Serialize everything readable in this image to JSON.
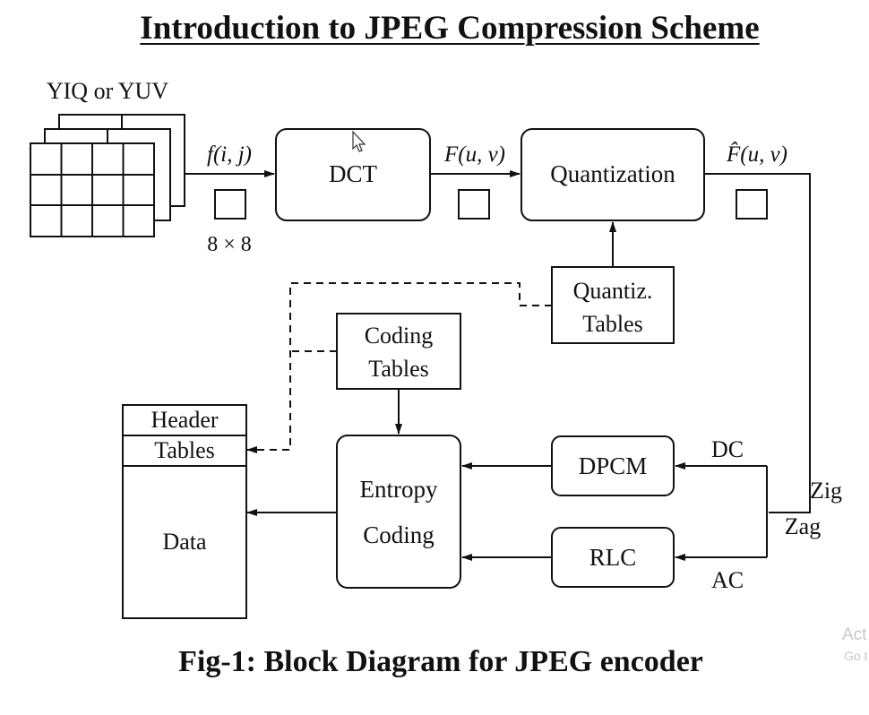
{
  "title": "Introduction to JPEG Compression Scheme",
  "caption": "Fig-1: Block Diagram for JPEG encoder",
  "input_label": "YIQ or YUV",
  "block_size_label": "8 × 8",
  "signals": {
    "spatial": "f(i, j)",
    "dct_coeffs": "F(u, v)",
    "quantized": "F̂(u, v)"
  },
  "blocks": {
    "dct": "DCT",
    "quantization": "Quantization",
    "quant_tables": [
      "Quantiz.",
      "Tables"
    ],
    "coding_tables": [
      "Coding",
      "Tables"
    ],
    "entropy": [
      "Entropy",
      "Coding"
    ],
    "dpcm": "DPCM",
    "rlc": "RLC"
  },
  "output": {
    "header": "Header",
    "tables": "Tables",
    "data": "Data"
  },
  "branch_labels": {
    "dc": "DC",
    "ac": "AC",
    "zig": "Zig",
    "zag": "Zag"
  },
  "watermark": {
    "line1": "Act",
    "line2": "Go t"
  }
}
